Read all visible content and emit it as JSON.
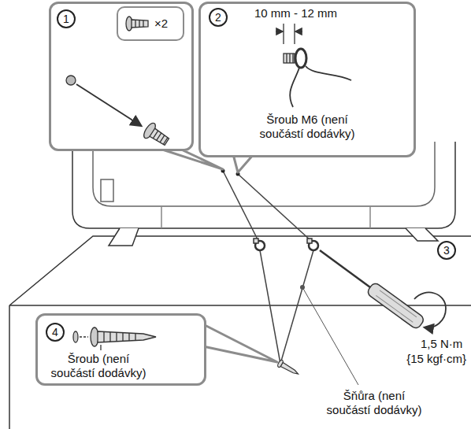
{
  "diagram": {
    "nodes": [
      {
        "text": [
          "1"
        ]
      },
      {
        "text": [
          "×2"
        ],
        "in": 0
      },
      {
        "text": [
          "2",
          "10 mm - 12 mm",
          "Šroub M6 (není součástí dodávky)"
        ]
      },
      {
        "text": [
          "4",
          "Šroub (není součástí dodávky)"
        ]
      }
    ],
    "labels": [
      "3",
      "1,5 N·m",
      "{15 kgf·cm}",
      "Šňůra (není součástí dodávky)"
    ]
  }
}
